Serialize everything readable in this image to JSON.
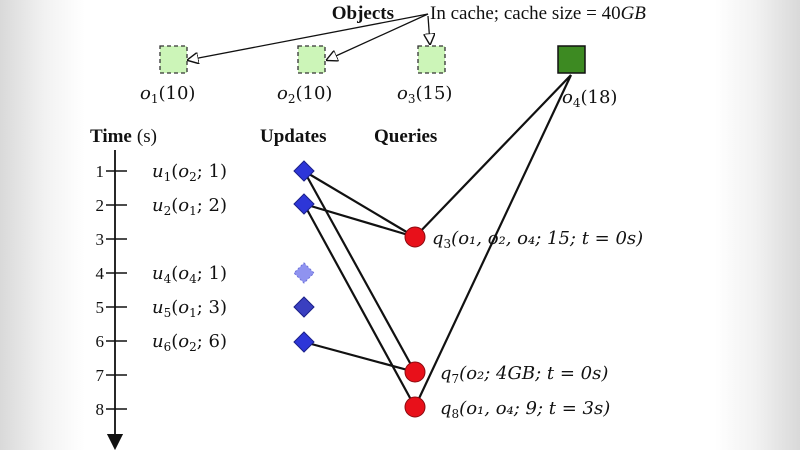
{
  "header": {
    "objects_label": "Objects",
    "cache_prefix": "In cache; cache size = 40",
    "cache_unit": "GB"
  },
  "objects": [
    {
      "id": "o",
      "sub": "1",
      "size": "(10)",
      "in_cache": true
    },
    {
      "id": "o",
      "sub": "2",
      "size": "(10)",
      "in_cache": true
    },
    {
      "id": "o",
      "sub": "3",
      "size": "(15)",
      "in_cache": true
    },
    {
      "id": "o",
      "sub": "4",
      "size": "(18)",
      "in_cache": false
    }
  ],
  "columns": {
    "time": "Time",
    "time_unit": "(s)",
    "updates": "Updates",
    "queries": "Queries"
  },
  "ticks": [
    "1",
    "2",
    "3",
    "4",
    "5",
    "6",
    "7",
    "8"
  ],
  "updates": [
    {
      "id": "u",
      "sub": "1",
      "open": "(",
      "obj": "o",
      "obj_sub": "2",
      "sep": "; ",
      "val": "1",
      "close": ")",
      "faded": false
    },
    {
      "id": "u",
      "sub": "2",
      "open": "(",
      "obj": "o",
      "obj_sub": "1",
      "sep": "; ",
      "val": "2",
      "close": ")",
      "faded": false
    },
    {
      "id": "u",
      "sub": "4",
      "open": "(",
      "obj": "o",
      "obj_sub": "4",
      "sep": "; ",
      "val": "1",
      "close": ")",
      "faded": true
    },
    {
      "id": "u",
      "sub": "5",
      "open": "(",
      "obj": "o",
      "obj_sub": "1",
      "sep": "; ",
      "val": "3",
      "close": ")",
      "faded": false
    },
    {
      "id": "u",
      "sub": "6",
      "open": "(",
      "obj": "o",
      "obj_sub": "2",
      "sep": "; ",
      "val": "6",
      "close": ")",
      "faded": false
    }
  ],
  "queries": [
    {
      "id": "q",
      "sub": "3",
      "text": "(o₁, o₂, o₄; 15; t = 0s)"
    },
    {
      "id": "q",
      "sub": "7",
      "text": "(o₂; 4GB; t = 0s)"
    },
    {
      "id": "q",
      "sub": "8",
      "text": "(o₁, o₄; 9; t = 3s)"
    }
  ],
  "colors": {
    "cached_fill": "#ccf5b8",
    "uncached_fill": "#3d8a22",
    "update_fill": "#2d36d8",
    "update_faded_fill": "#8f93f0",
    "query_fill": "#e8101a"
  }
}
